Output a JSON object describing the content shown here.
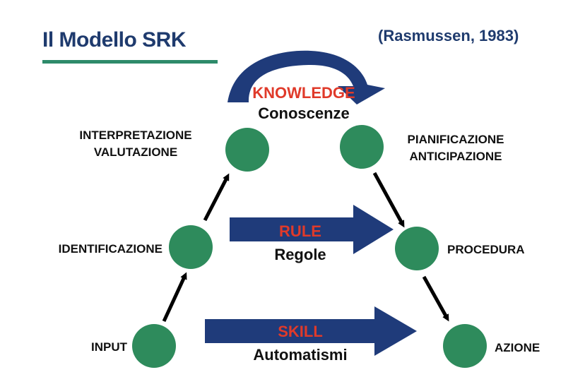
{
  "title": "Il Modello SRK",
  "citation": "(Rasmussen, 1983)",
  "colors": {
    "title_text": "#1f3b6e",
    "title_rule": "#2e8b6a",
    "node_fill": "#2e8b5c",
    "level_arrow": "#1f3b7a",
    "level_label_en": "#e03a2a",
    "step_arrow": "#000000"
  },
  "levels": {
    "knowledge": {
      "label_en": "KNOWLEDGE",
      "label_it": "Conoscenze"
    },
    "rule": {
      "label_en": "RULE",
      "label_it": "Regole"
    },
    "skill": {
      "label_en": "SKILL",
      "label_it": "Automatismi"
    }
  },
  "nodes": {
    "input": {
      "label": "INPUT"
    },
    "identificazione": {
      "label": "IDENTIFICAZIONE"
    },
    "interpretazione": {
      "line1": "INTERPRETAZIONE",
      "line2": "VALUTAZIONE"
    },
    "pianificazione": {
      "line1": "PIANIFICAZIONE",
      "line2": "ANTICIPAZIONE"
    },
    "procedura": {
      "label": "PROCEDURA"
    },
    "azione": {
      "label": "AZIONE"
    }
  }
}
